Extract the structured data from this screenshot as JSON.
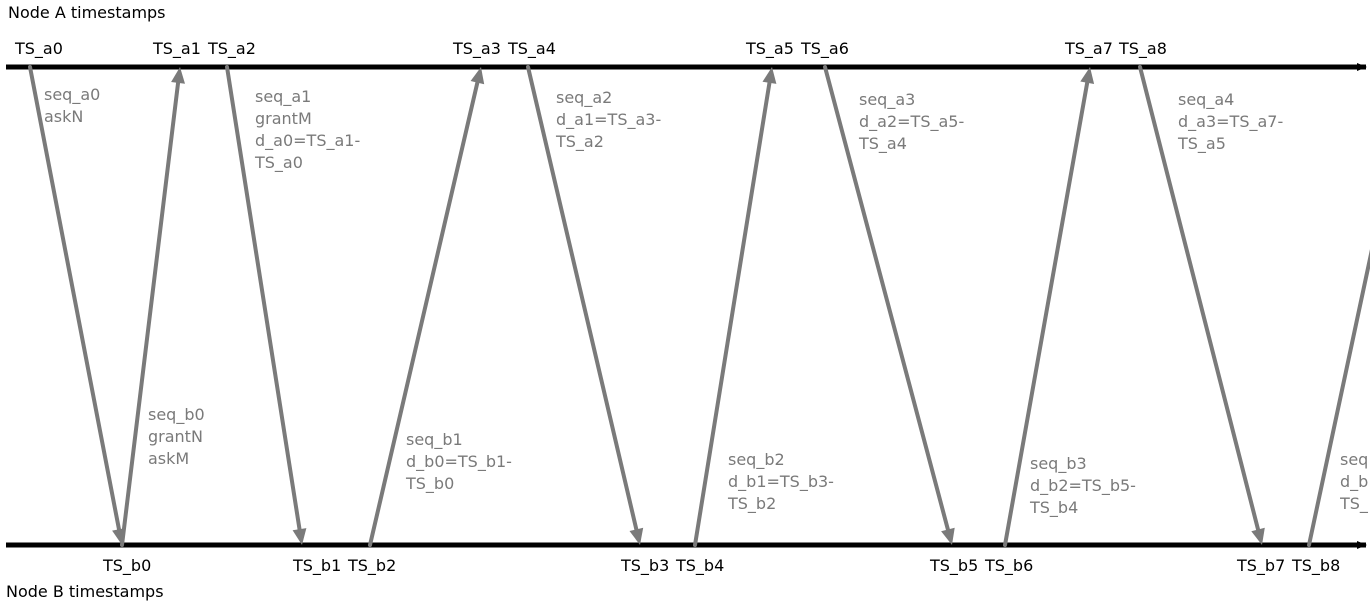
{
  "node_a_label": "Node A timestamps",
  "node_b_label": "Node B timestamps",
  "colors": {
    "axis": "#000000",
    "message": "#7a7a7a",
    "label": "#000000",
    "note": "#7a7a7a"
  },
  "a_timestamps": [
    "TS_a0",
    "TS_a1",
    "TS_a2",
    "TS_a3",
    "TS_a4",
    "TS_a5",
    "TS_a6",
    "TS_a7",
    "TS_a8"
  ],
  "b_timestamps": [
    "TS_b0",
    "TS_b1",
    "TS_b2",
    "TS_b3",
    "TS_b4",
    "TS_b5",
    "TS_b6",
    "TS_b7",
    "TS_b8"
  ],
  "notes": [
    [
      "seq_a0",
      "askN"
    ],
    [
      "seq_b0",
      "grantN",
      "askM"
    ],
    [
      "seq_a1",
      "grantM",
      "d_a0=TS_a1-",
      "TS_a0"
    ],
    [
      "seq_b1",
      "d_b0=TS_b1-",
      "TS_b0"
    ],
    [
      "seq_a2",
      "d_a1=TS_a3-",
      "TS_a2"
    ],
    [
      "seq_b2",
      "d_b1=TS_b3-",
      "TS_b2"
    ],
    [
      "seq_a3",
      "d_a2=TS_a5-",
      "TS_a4"
    ],
    [
      "seq_b3",
      "d_b2=TS_b5-",
      "TS_b4"
    ],
    [
      "seq_a4",
      "d_a3=TS_a7-",
      "TS_a5"
    ],
    [
      "seq",
      "d_b",
      "TS_"
    ]
  ],
  "messages": [
    {
      "from": "TS_a0",
      "to": "TS_b0",
      "direction": "A-to-B"
    },
    {
      "from": "TS_b0",
      "to": "TS_a1",
      "direction": "B-to-A"
    },
    {
      "from": "TS_a2",
      "to": "TS_b1",
      "direction": "A-to-B"
    },
    {
      "from": "TS_b2",
      "to": "TS_a3",
      "direction": "B-to-A"
    },
    {
      "from": "TS_a4",
      "to": "TS_b3",
      "direction": "A-to-B"
    },
    {
      "from": "TS_b4",
      "to": "TS_a5",
      "direction": "B-to-A"
    },
    {
      "from": "TS_a6",
      "to": "TS_b5",
      "direction": "A-to-B"
    },
    {
      "from": "TS_b6",
      "to": "TS_a7",
      "direction": "B-to-A"
    },
    {
      "from": "TS_a8",
      "to": "TS_b7",
      "direction": "A-to-B"
    },
    {
      "from": "TS_b8",
      "to": "",
      "direction": "B-to-A"
    }
  ]
}
